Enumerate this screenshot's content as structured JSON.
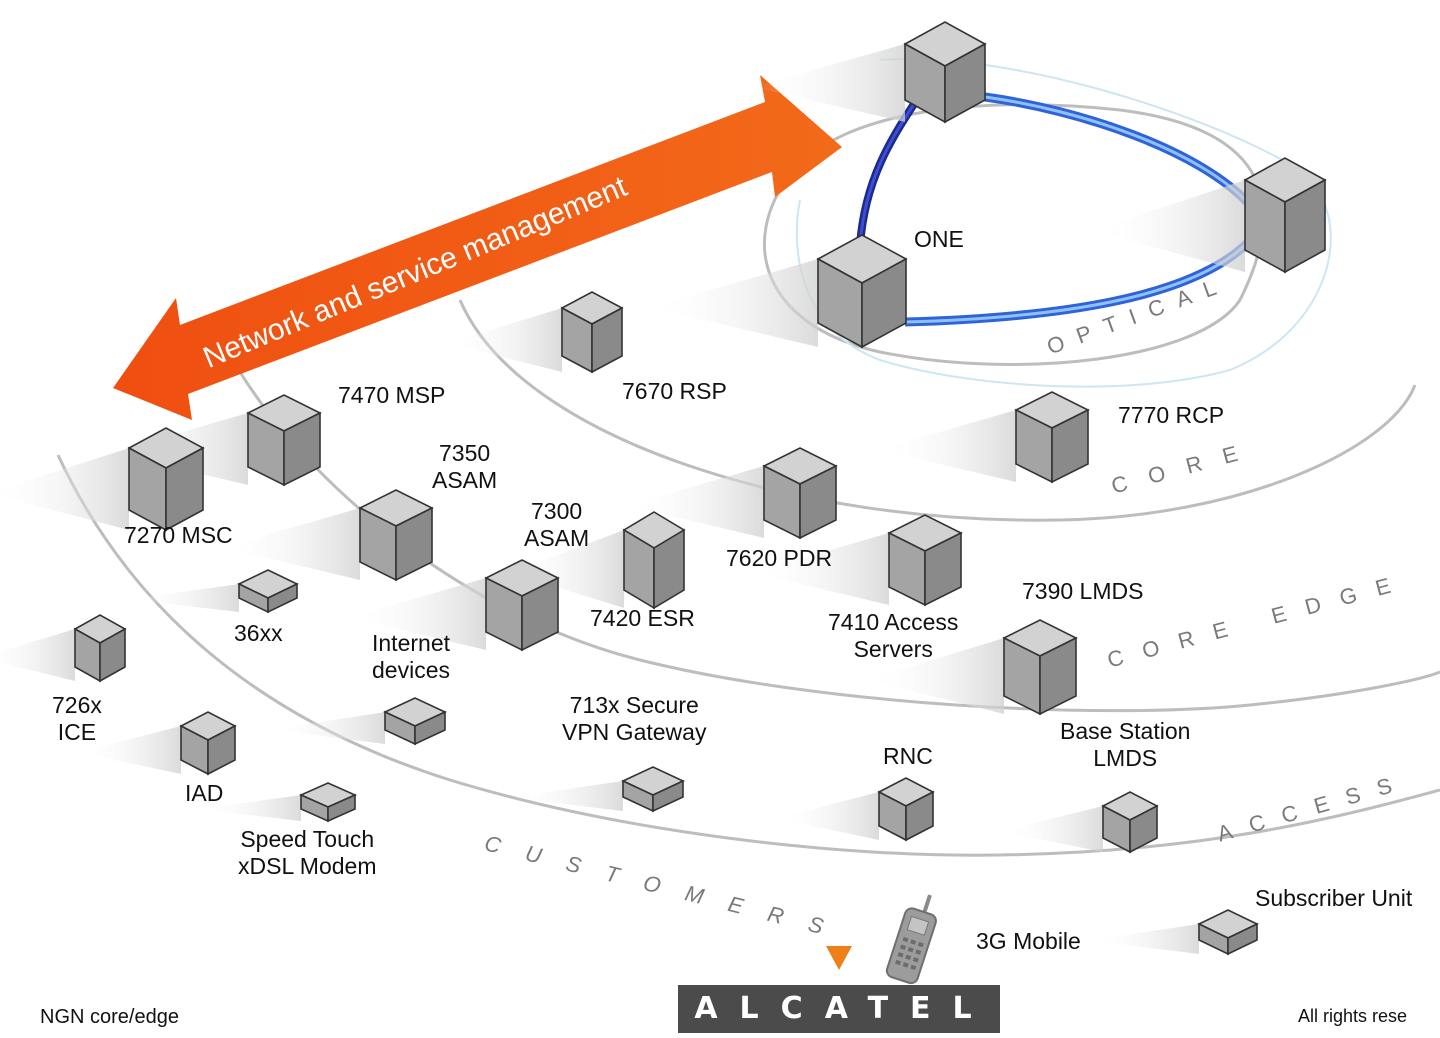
{
  "arrow_label": "Network and service management",
  "zones": {
    "optical": "OPTICAL",
    "core": "CORE",
    "core_edge": "CORE EDGE",
    "access": "ACCESS",
    "customers": "CUSTOMERS"
  },
  "labels": {
    "one": "ONE",
    "rsp7670": "7670 RSP",
    "msp7470": "7470 MSP",
    "rcp7770": "7770 RCP",
    "asam7350_1": "7350",
    "asam7350_2": "ASAM",
    "asam7300_1": "7300",
    "asam7300_2": "ASAM",
    "msc7270": "7270 MSC",
    "pdr7620": "7620 PDR",
    "esr7420": "7420 ESR",
    "lmds7390": "7390 LMDS",
    "x36": "36xx",
    "internet_1": "Internet",
    "internet_2": "devices",
    "access7410_1": "7410 Access",
    "access7410_2": "Servers",
    "ice_1": "726x",
    "ice_2": "ICE",
    "vpn_1": "713x Secure",
    "vpn_2": "VPN Gateway",
    "bs_1": "Base Station",
    "bs_2": "LMDS",
    "iad": "IAD",
    "rnc": "RNC",
    "modem_1": "Speed Touch",
    "modem_2": "xDSL Modem",
    "subscriber": "Subscriber Unit",
    "mobile": "3G Mobile"
  },
  "footer": {
    "left": "NGN core/edge",
    "right": "All rights rese"
  },
  "logo_text": "ALCATEL",
  "colors": {
    "arrow": "#f05a14",
    "ring_line": "#bdbdbd",
    "cube_front": "#a4a4a4",
    "cube_top": "#d2d2d2",
    "cube_side": "#8a8a8a",
    "optical_link_dark": "#1f2fa6",
    "optical_link_light": "#5b8cf0",
    "logo_bg": "#4b4b4b",
    "logo_accent": "#f07f1a"
  },
  "icons": [
    "network-node-cube",
    "mobile-phone-icon",
    "orange-triangle-icon"
  ]
}
